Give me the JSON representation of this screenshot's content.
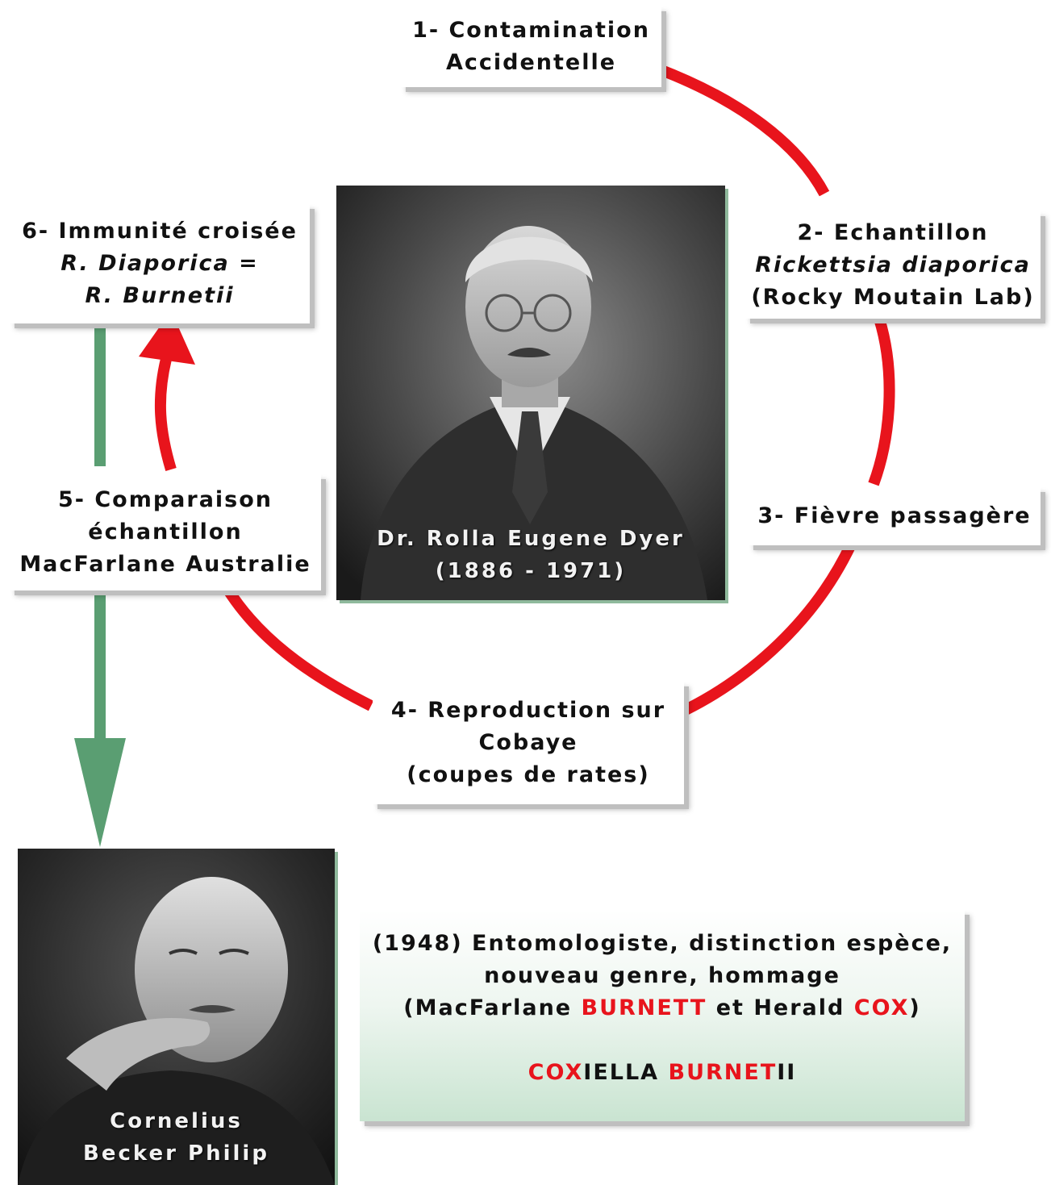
{
  "steps": {
    "s1": {
      "line1": "1- Contamination",
      "line2": "Accidentelle"
    },
    "s2": {
      "line1": "2- Echantillon",
      "line2": "Rickettsia diaporica",
      "line3": "(Rocky Moutain Lab)"
    },
    "s3": {
      "line1": "3- Fièvre passagère"
    },
    "s4": {
      "line1": "4- Reproduction sur",
      "line2": "Cobaye",
      "line3": "(coupes de rates)"
    },
    "s5": {
      "line1": "5- Comparaison",
      "line2": "échantillon",
      "line3": "MacFarlane Australie"
    },
    "s6": {
      "line1": "6- Immunité croisée",
      "line2": "R. Diaporica =",
      "line3": "R. Burnetii"
    }
  },
  "photos": {
    "dyer": {
      "name": "Dr. Rolla Eugene Dyer",
      "years": "(1886 - 1971)"
    },
    "philip": {
      "line1": "Cornelius",
      "line2": "Becker Philip"
    }
  },
  "info": {
    "line1": "(1948) Entomologiste, distinction espèce,",
    "line2": "nouveau genre, hommage",
    "line3_a": "(MacFarlane ",
    "line3_b": "BURNETT",
    "line3_c": " et Herald ",
    "line3_d": "COX",
    "line3_e": ")",
    "name_a": "COX",
    "name_b": "IELLA ",
    "name_c": "BURNET",
    "name_d": "II"
  },
  "colors": {
    "cycle": "#e8141c",
    "flow": "#5a9e72",
    "highlight": "#e8141c"
  }
}
